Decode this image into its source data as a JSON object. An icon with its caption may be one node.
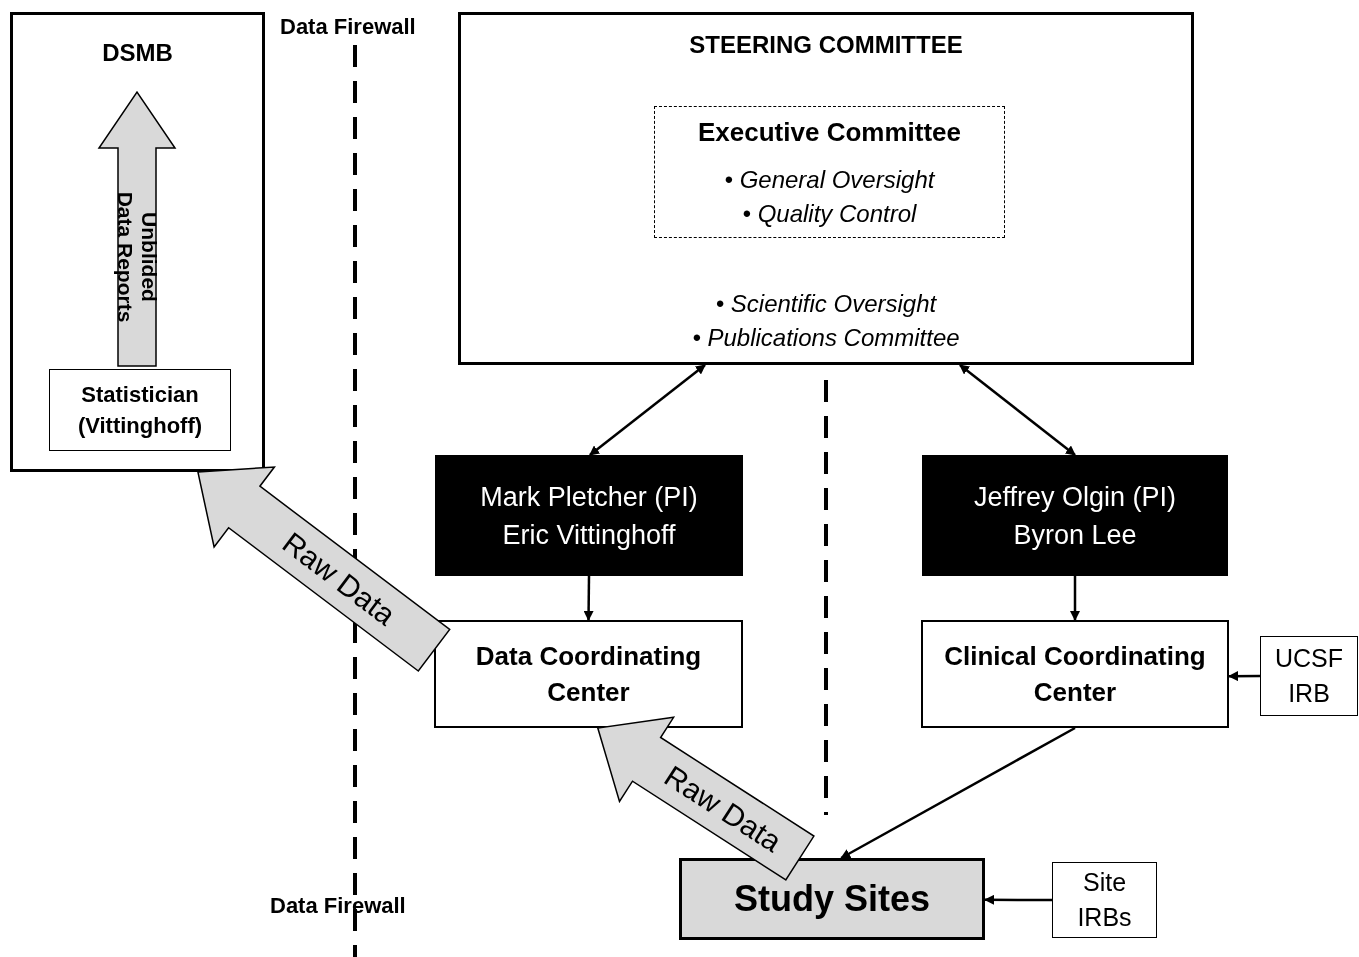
{
  "diagram": {
    "nodes": [
      {
        "text": [
          "DSMB"
        ]
      },
      {
        "text": [
          "Statistician (Vittinghoff)"
        ],
        "in": 0
      },
      {
        "text": [
          "STEERING COMMITTEE",
          "• Scientific Oversight",
          "• Publications Committee"
        ]
      },
      {
        "text": [
          "Executive Committee",
          "• General Oversight",
          "• Quality Control"
        ],
        "in": 2
      },
      {
        "text": [
          "Mark Pletcher (PI)",
          "Eric Vittinghoff"
        ]
      },
      {
        "text": [
          "Jeffrey Olgin (PI)",
          "Byron Lee"
        ]
      },
      {
        "text": [
          "Data Coordinating Center"
        ]
      },
      {
        "text": [
          "Clinical Coordinating Center"
        ]
      },
      {
        "text": [
          "UCSF IRB"
        ]
      },
      {
        "text": [
          "Study Sites"
        ]
      },
      {
        "text": [
          "Site IRBs"
        ]
      }
    ],
    "edges": [
      {
        "from": 2,
        "to": 4,
        "arrow": "both"
      },
      {
        "from": 2,
        "to": 5,
        "arrow": "both"
      },
      {
        "from": 4,
        "to": 6,
        "arrow": "to"
      },
      {
        "from": 5,
        "to": 7,
        "arrow": "to"
      },
      {
        "from": 8,
        "to": 7,
        "arrow": "to"
      },
      {
        "from": 7,
        "to": 9,
        "arrow": "to"
      },
      {
        "from": 10,
        "to": 9,
        "arrow": "to"
      },
      {
        "from": 9,
        "to": 6,
        "arrow": "to",
        "label": "Raw Data",
        "style": "thick"
      },
      {
        "from": 6,
        "to": 0,
        "arrow": "to",
        "label": "Raw Data",
        "style": "thick"
      },
      {
        "from": 1,
        "to": 0,
        "arrow": "to",
        "label": "Unblided Data Reports",
        "style": "thick"
      }
    ],
    "labels": [
      "Data Firewall",
      "Data Firewall"
    ]
  }
}
